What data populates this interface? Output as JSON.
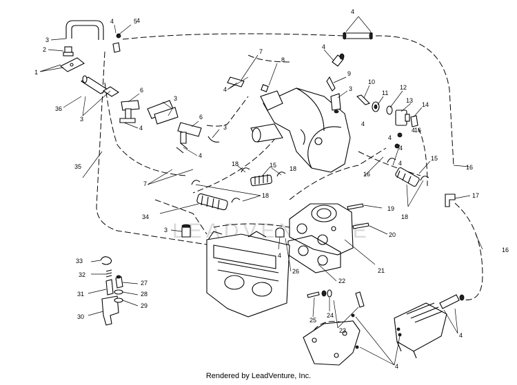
{
  "watermark": "LEADVENTURE",
  "credit": "Rendered by LeadVenture, Inc.",
  "callouts": [
    "1",
    "2",
    "3",
    "3",
    "3",
    "3",
    "3",
    "3",
    "4",
    "4",
    "4",
    "4",
    "4",
    "4",
    "4",
    "4",
    "4",
    "4",
    "4",
    "4",
    "4",
    "4",
    "4",
    "5",
    "6",
    "6",
    "7",
    "7",
    "8",
    "9",
    "10",
    "11",
    "12",
    "13",
    "14",
    "15",
    "15",
    "16",
    "16",
    "16",
    "16",
    "17",
    "18",
    "18",
    "18",
    "18",
    "19",
    "20",
    "21",
    "22",
    "23",
    "24",
    "25",
    "26",
    "27",
    "28",
    "29",
    "30",
    "31",
    "32",
    "33",
    "34",
    "35",
    "36"
  ]
}
